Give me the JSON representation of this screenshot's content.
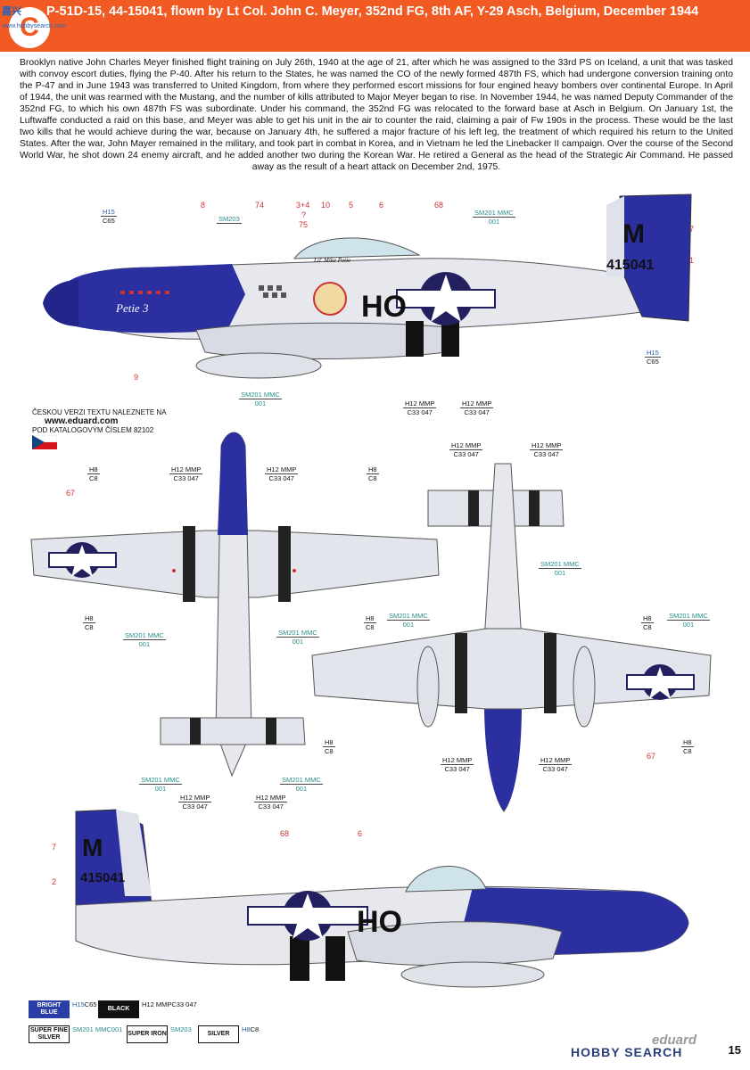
{
  "watermark": {
    "top": "嘉兴",
    "bottom": "www.hobbysearch.com"
  },
  "header": {
    "badge": "C",
    "title": "P-51D-15, 44-15041, flown by Lt Col. John C. Meyer, 352nd FG, 8th AF, Y-29 Asch, Belgium, December 1944"
  },
  "body_text": "Brooklyn native John Charles Meyer finished flight training on July 26th, 1940 at the age of 21, after which he was assigned to the 33rd PS on Iceland, a unit that was tasked with convoy escort duties, flying the P-40. After his return to the States, he was named the CO of the newly formed 487th FS, which had undergone conversion training onto the P-47 and in June 1943 was transferred to United Kingdom, from where they performed escort missions for four engined heavy bombers over continental Europe. In April of 1944, the unit was rearmed with the Mustang, and the number of kills attributed to Major Meyer began to rise. In November 1944, he was named Deputy Commander of the 352nd FG, to which his own 487th FS was subordinate. Under his command, the 352nd FG was relocated to the forward base at Asch in Belgium. On January 1st, the Luftwaffe conducted a raid on this base, and Meyer was able to get his unit in the air to counter the raid, claiming a pair of Fw 190s in the process. These would be the last two kills that he would achieve during the war, because on January 4th, he suffered a major fracture of his left leg, the treatment of which required his return to the United States. After the war, John Mayer remained in the military, and took part in combat in Korea, and in Vietnam he led the Linebacker II campaign. Over the course of the Second World War, he shot down 24 enemy aircraft, and he added another two during the Korean War. He retired a General as the head of the Strategic Air Command. He passed away as the result of a heart attack on December 2nd, 1975.",
  "czech_note": {
    "line1": "ČESKOU VERZI TEXTU NALEZNETE NA",
    "web": "www.eduard.com",
    "line2": "POD KATALOGOVÝM ČÍSLEM 82102"
  },
  "aircraft": {
    "code": "HO",
    "tail_letter": "M",
    "serial": "415041",
    "nose_art": "Petie 3",
    "canopy_name": "Lil' Mike Petie"
  },
  "numbers": {
    "n8": "8",
    "n74": "74",
    "n3p4": "3+4",
    "nq": "?",
    "n75": "75",
    "n10": "10",
    "n5": "5",
    "n6": "6",
    "n68": "68",
    "n7": "7",
    "n1": "1",
    "n9": "9",
    "n67": "67",
    "n2": "2"
  },
  "callouts": {
    "h15_c65": {
      "a": "H15",
      "b": "C65"
    },
    "sm203": {
      "a": "SM203",
      "b": ""
    },
    "sm201_mmc_001": {
      "a": "SM201",
      "b": "MMC",
      "c": "001"
    },
    "h12_mmp": {
      "a": "H12",
      "b": "MMP",
      "c": "C33",
      "d": "047"
    },
    "h8_c8": {
      "a": "H8",
      "b": "C8"
    }
  },
  "legend": {
    "bright_blue": {
      "label": "BRIGHT BLUE",
      "a": "H15",
      "b": "C65",
      "color": "#2b3ea8"
    },
    "black": {
      "label": "BLACK",
      "a": "H12 MMP",
      "b": "C33  047",
      "color": "#111111"
    },
    "super_fine_silver": {
      "label": "SUPER FINE SILVER",
      "a": "SM201",
      "b": "MMC",
      "c": "001"
    },
    "super_iron": {
      "label": "SUPER IRON",
      "a": "SM203"
    },
    "silver": {
      "label": "SILVER",
      "a": "H8",
      "b": "C8"
    }
  },
  "footer": {
    "brand": "eduard",
    "logo": "HOBBY SEARCH",
    "page": "15"
  },
  "colors": {
    "header": "#f15a22",
    "blue": "#2b2fa0",
    "silver": "#e6e8ee",
    "red": "#c33333"
  }
}
